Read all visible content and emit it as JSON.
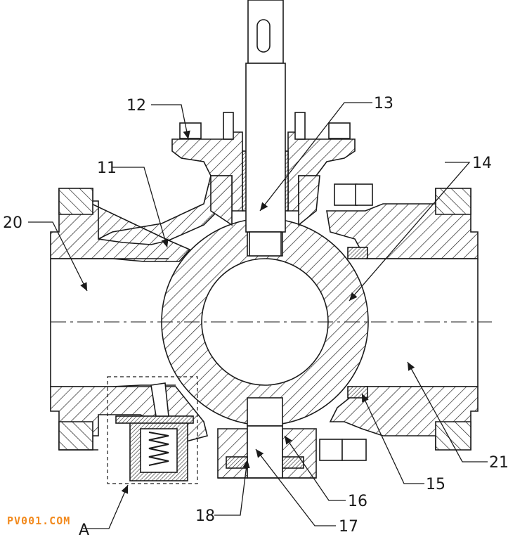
{
  "diagram": {
    "callouts": [
      "12",
      "13",
      "11",
      "14",
      "20",
      "21",
      "15",
      "16",
      "17",
      "18",
      "A"
    ],
    "watermark": "PV001.COM",
    "colors": {
      "ink": "#1a1a1a",
      "watermark": "#f28a1e"
    }
  }
}
